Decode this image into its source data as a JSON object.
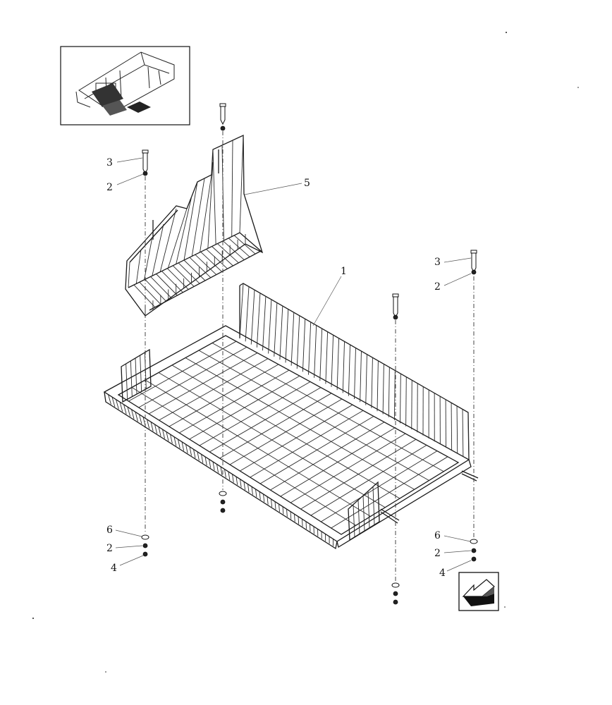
{
  "callouts": {
    "c1": "1",
    "c2a": "2",
    "c2b": "2",
    "c2c": "2",
    "c2d": "2",
    "c3a": "3",
    "c3b": "3",
    "c4a": "4",
    "c4b": "4",
    "c5": "5",
    "c6a": "6",
    "c6b": "6"
  },
  "icons": {
    "locator": "machine-locator-thumbnail",
    "direction": "front-direction-arrow-icon"
  },
  "colors": {
    "line": "#1a1a1a",
    "background": "#ffffff"
  }
}
